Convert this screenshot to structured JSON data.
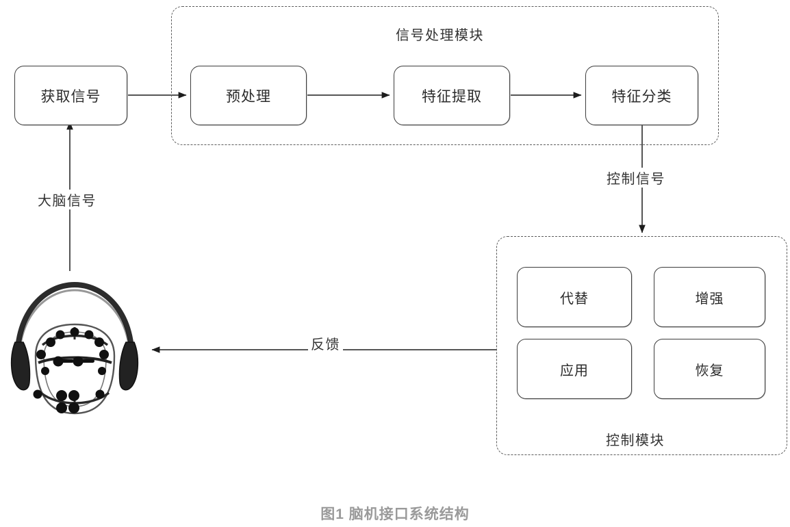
{
  "figure": {
    "caption": "图1 脑机接口系统结构",
    "caption_color": "#9a9a9a",
    "background_color": "#ffffff",
    "line_color": "#3c3c3c",
    "dashed_color": "#5a5a5a"
  },
  "nodes": {
    "acquire": {
      "label": "获取信号"
    },
    "preprocess": {
      "label": "预处理"
    },
    "feature_extract": {
      "label": "特征提取"
    },
    "feature_classify": {
      "label": "特征分类"
    },
    "replace": {
      "label": "代替"
    },
    "enhance": {
      "label": "增强"
    },
    "apply": {
      "label": "应用"
    },
    "restore": {
      "label": "恢复"
    }
  },
  "groups": {
    "signal_processing": {
      "title": "信号处理模块"
    },
    "control": {
      "title": "控制模块"
    }
  },
  "edges": {
    "brain_signal": {
      "label": "大脑信号"
    },
    "control_signal": {
      "label": "控制信号"
    },
    "feedback": {
      "label": "反馈"
    },
    "acquire_to_preprocess": {
      "label": ""
    },
    "preprocess_to_extract": {
      "label": ""
    },
    "extract_to_classify": {
      "label": ""
    }
  },
  "subject": {
    "device_name": "eeg-headset-photo"
  }
}
